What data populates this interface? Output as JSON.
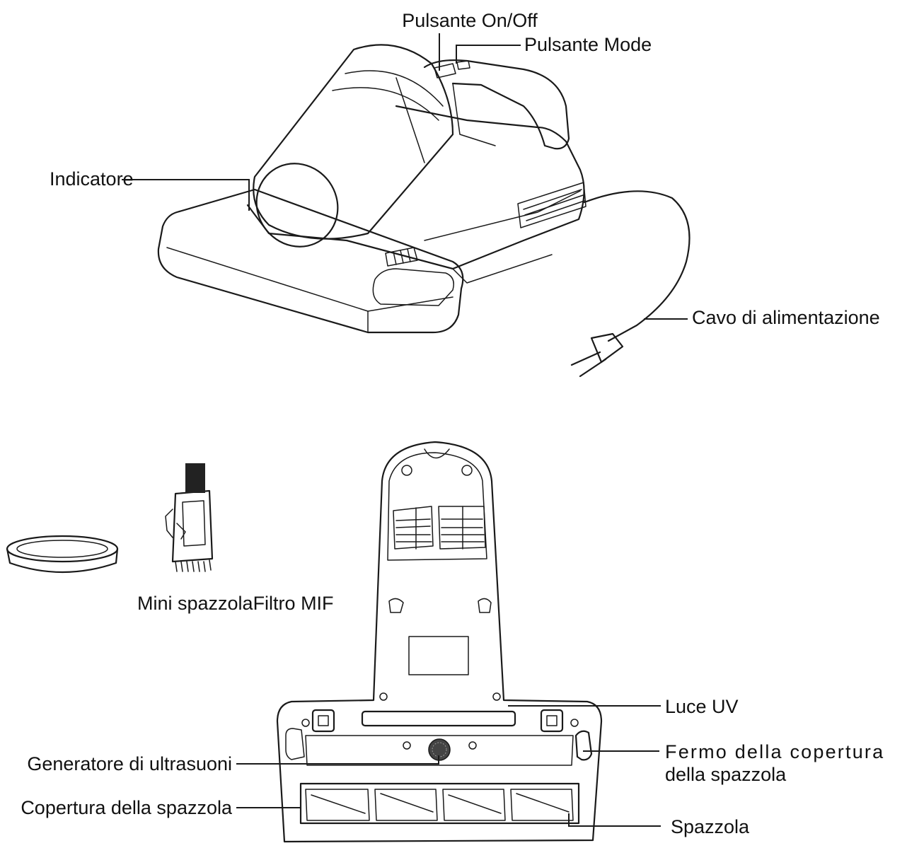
{
  "labels": {
    "power_button": "Pulsante On/Off",
    "mode_button": "Pulsante Mode",
    "indicator": "Indicatore",
    "power_cord": "Cavo di alimentazione",
    "mini_brush_filter": "Mini spazzolaFiltro MIF",
    "uv_light": "Luce UV",
    "ultrasonic_generator": "Generatore di ultrasuoni",
    "brush_cover_latch_line1": "Fermo della copertura",
    "brush_cover_latch_line2": "della spazzola",
    "brush_cover": "Copertura della spazzola",
    "brush": "Spazzola"
  },
  "colors": {
    "ink": "#1a1a1a",
    "background": "#ffffff"
  }
}
